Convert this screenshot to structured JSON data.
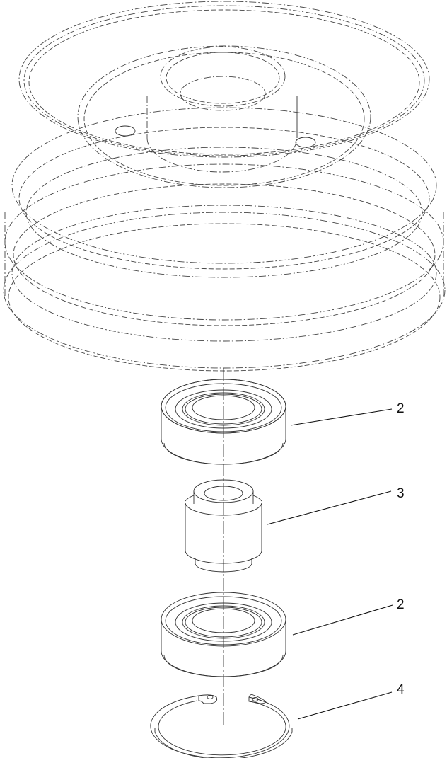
{
  "diagram": {
    "type": "exploded-parts-view",
    "parts": [
      {
        "name": "pulley",
        "style": "phantom (dash-dot) lines",
        "callout": null
      },
      {
        "name": "ball-bearing-upper",
        "callout": "2"
      },
      {
        "name": "spacer",
        "callout": "3"
      },
      {
        "name": "ball-bearing-lower",
        "callout": "2"
      },
      {
        "name": "retaining-ring",
        "callout": "4"
      }
    ]
  },
  "callouts": {
    "bearing_upper": "2",
    "spacer": "3",
    "bearing_lower": "2",
    "retaining_ring": "4"
  }
}
